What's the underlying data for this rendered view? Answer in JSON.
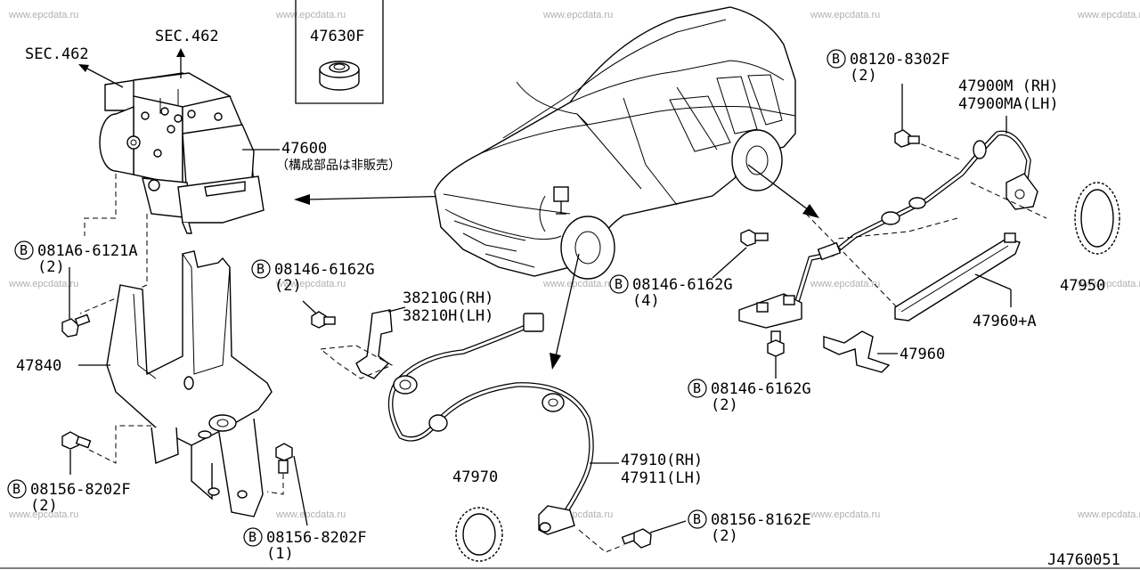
{
  "watermark": "www.epcdata.ru",
  "diagram_code": "J4760051",
  "bolt_prefix": "B",
  "labels": {
    "sec_462_left": "SEC.462",
    "sec_462_top": "SEC.462",
    "p47630F": "47630F",
    "p47600": "47600",
    "p47600_note": "（構成部品は非販売）",
    "b081A6": "081A6-6121A",
    "b081A6_qty": "(2)",
    "p47840": "47840",
    "b08156_8202F_left": "08156-8202F",
    "b08156_8202F_left_qty": "(2)",
    "b08156_8202F_bottom": "08156-8202F",
    "b08156_8202F_bottom_qty": "(1)",
    "b08146_6162G_mid": "08146-6162G",
    "b08146_6162G_mid_qty": "(2)",
    "p38210G": "38210G(RH)",
    "p38210H": "38210H(LH)",
    "p47970": "47970",
    "p47910": "47910(RH)",
    "p47911": "47911(LH)",
    "b08156_8162E": "08156-8162E",
    "b08156_8162E_qty": "(2)",
    "b08120_8302F": "08120-8302F",
    "b08120_8302F_qty": "(2)",
    "p47900M": "47900M (RH)",
    "p47900MA": "47900MA(LH)",
    "b08146_6162G_right": "08146-6162G",
    "b08146_6162G_right_qty": "(4)",
    "p47950": "47950",
    "p47960A": "47960+A",
    "p47960": "47960",
    "b08146_6162G_low": "08146-6162G",
    "b08146_6162G_low_qty": "(2)"
  }
}
